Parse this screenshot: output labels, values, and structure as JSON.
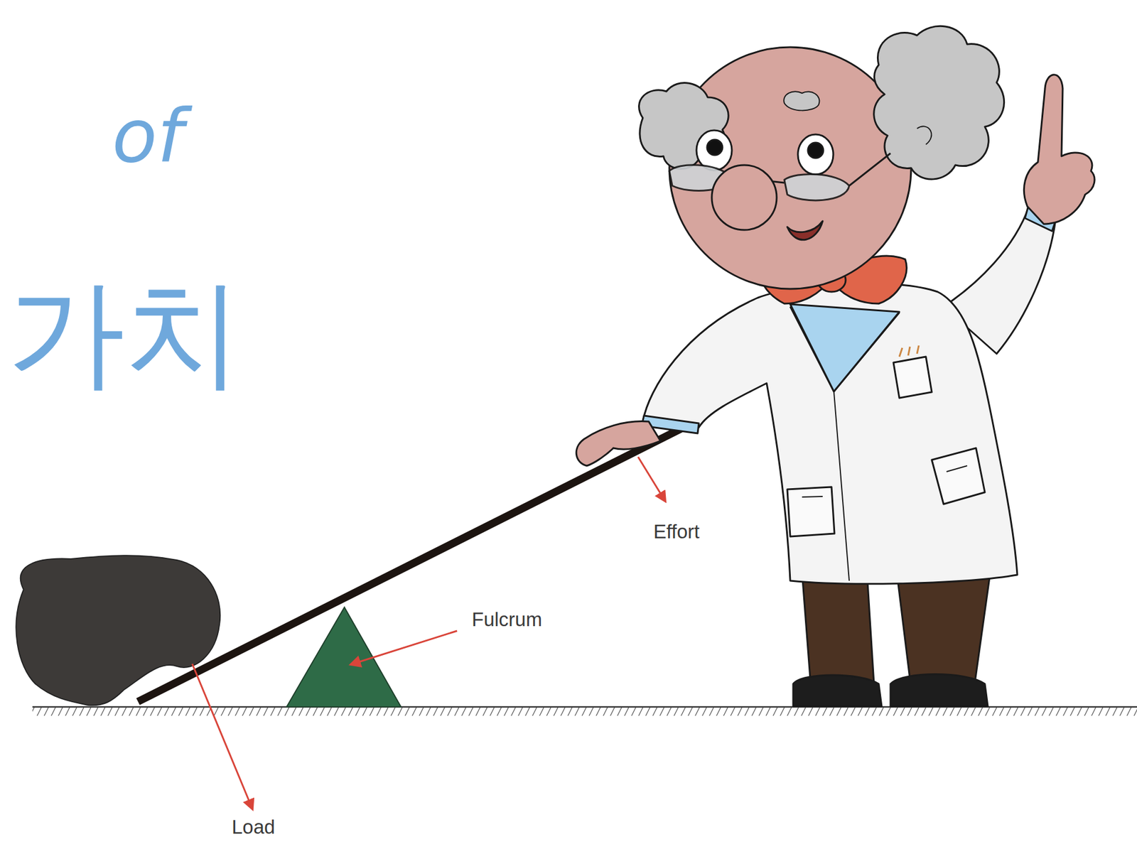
{
  "diagram": {
    "labels": [
      "of",
      "가치",
      "Effort",
      "Fulcrum",
      "Load"
    ]
  }
}
